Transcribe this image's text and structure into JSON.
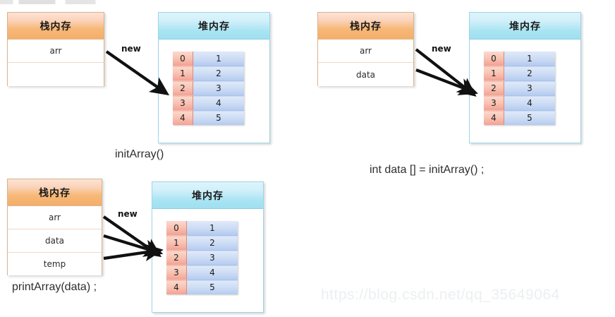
{
  "diagram": {
    "title_zh_stack": "栈内存",
    "title_zh_heap": "堆内存",
    "arrow_label": "new",
    "watermark": "https://blog.csdn.net/qq_35649064"
  },
  "array": {
    "indices": [
      "0",
      "1",
      "2",
      "3",
      "4"
    ],
    "values": [
      "1",
      "2",
      "3",
      "4",
      "5"
    ]
  },
  "panels": [
    {
      "id": "panel-init-array",
      "caption": "initArray()",
      "stack": {
        "header": "栈内存",
        "rows": [
          "arr",
          ""
        ]
      },
      "heap": {
        "header": "堆内存"
      },
      "arrow_label": "new",
      "arrow_count": 1
    },
    {
      "id": "panel-int-data-assign",
      "caption": "int data [] = initArray() ;",
      "stack": {
        "header": "栈内存",
        "rows": [
          "arr",
          "data"
        ]
      },
      "heap": {
        "header": "堆内存"
      },
      "arrow_label": "new",
      "arrow_count": 2
    },
    {
      "id": "panel-print-array",
      "caption": "printArray(data) ;",
      "stack": {
        "header": "栈内存",
        "rows": [
          "arr",
          "data",
          "temp"
        ]
      },
      "heap": {
        "header": "堆内存"
      },
      "arrow_label": "new",
      "arrow_count": 3
    }
  ],
  "colors": {
    "stack_header_accent": "#f4ae6a",
    "stack_border": "#d8b48c",
    "heap_header_accent": "#9fdff1",
    "heap_border": "#9fd4e8",
    "array_index_cell": "#f3a193",
    "array_value_cell": "#b4caef",
    "arrow": "#111111",
    "watermark": "#eceff1",
    "background": "#ffffff"
  }
}
